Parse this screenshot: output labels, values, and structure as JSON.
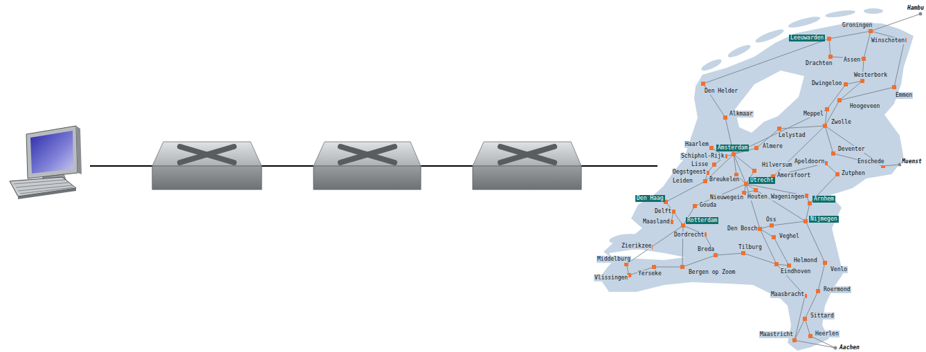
{
  "diagram": {
    "labels": [
      "Hambu",
      "Groningen",
      "Winschoten",
      "Leeuwarden",
      "Drachten",
      "Assen",
      "Westerbork",
      "Dwingeloo",
      "Emmen",
      "Den Helder",
      "Hoogeveen",
      "Meppel",
      "Zwolle",
      "Alkmaar",
      "Lelystad",
      "Haarlem",
      "Amsterdam",
      "Almere",
      "Schiphol-Rijk",
      "Lisse",
      "Oegstgeest",
      "Hilversum",
      "Deventer",
      "Apeldoorn",
      "Enschede",
      "Amersfoort",
      "Zutphen",
      "Leiden",
      "Breukelen",
      "Utrecht",
      "Nieuwegein",
      "Houten",
      "Wageningen",
      "Arnhem",
      "Den Haag",
      "Gouda",
      "Delft",
      "Oss",
      "Nijmegen",
      "Maasland",
      "Rotterdam",
      "Den Bosch",
      "Veghel",
      "Dordrecht",
      "Zierikzee",
      "Breda",
      "Tilburg",
      "Helmond",
      "Middelburg",
      "Venlo",
      "Eindhoven",
      "Yerseke",
      "Bergen op Zoom",
      "Vlissingen",
      "Roermond",
      "Maasbracht",
      "Sittard",
      "Maastricht",
      "Heerlen",
      "Aachen",
      "Muenst"
    ]
  }
}
